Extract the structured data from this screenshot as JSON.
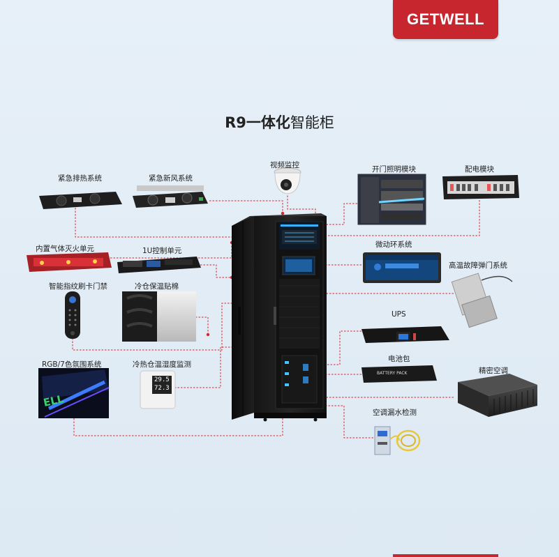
{
  "brand": {
    "name": "GETWELL",
    "color": "#c8262f"
  },
  "title": {
    "prefix": "R9一体化",
    "suffix": "智能柜"
  },
  "leader_color": "#d9242c",
  "labels": {
    "video": "视频监控",
    "lighting": "开门照明模块",
    "power": "配电模块",
    "exhaust": "紧急排热系统",
    "freshair": "紧急新风系统",
    "fire": "内置气体灭火单元",
    "ctrl1u": "1U控制单元",
    "microenv": "微动环系统",
    "hightemp": "高温故障弹门系统",
    "fingerprint": "智能指纹刷卡门禁",
    "insulation": "冷仓保温贴棉",
    "ups": "UPS",
    "battery": "电池包",
    "precision_ac": "精密空调",
    "rgb": "RGB/7色氛围系统",
    "humidity": "冷热仓温湿度监测",
    "leak": "空调漏水检测"
  },
  "screen_text": {
    "humidity_temp": "29.5",
    "humidity_rh": "72.3",
    "battery_label": "BATTERY PACK",
    "rgb_letters": "ELL"
  }
}
